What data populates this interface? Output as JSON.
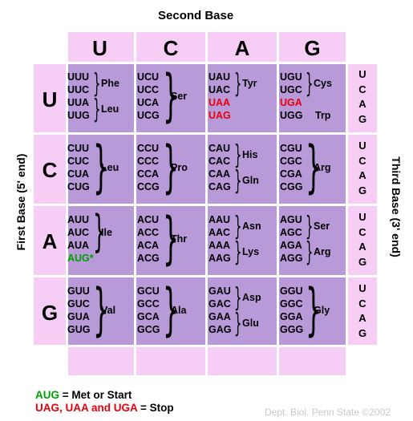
{
  "labels": {
    "second_base": "Second Base",
    "first_base": "First Base (5' end)",
    "third_base": "Third Base (3' end)"
  },
  "bases": [
    "U",
    "C",
    "A",
    "G"
  ],
  "third_bases": [
    "U",
    "C",
    "A",
    "G"
  ],
  "cells": [
    [
      {
        "codons": [
          "UUU",
          "UUC",
          "UUA",
          "UUG"
        ],
        "groups": [
          {
            "aa": "Phe",
            "rows": [
              0,
              1
            ]
          },
          {
            "aa": "Leu",
            "rows": [
              2,
              3
            ]
          }
        ]
      },
      {
        "codons": [
          "UCU",
          "UCC",
          "UCA",
          "UCG"
        ],
        "groups": [
          {
            "aa": "Ser",
            "rows": [
              0,
              3
            ]
          }
        ]
      },
      {
        "codons": [
          "UAU",
          "UAC",
          "UAA",
          "UAG"
        ],
        "groups": [
          {
            "aa": "Tyr",
            "rows": [
              0,
              1
            ]
          }
        ],
        "stop": [
          2,
          3
        ]
      },
      {
        "codons": [
          "UGU",
          "UGC",
          "UGA",
          "UGG"
        ],
        "groups": [
          {
            "aa": "Cys",
            "rows": [
              0,
              1
            ]
          }
        ],
        "stop": [
          2
        ],
        "single": [
          {
            "aa": "Trp",
            "row": 3
          }
        ]
      }
    ],
    [
      {
        "codons": [
          "CUU",
          "CUC",
          "CUA",
          "CUG"
        ],
        "groups": [
          {
            "aa": "Leu",
            "rows": [
              0,
              3
            ]
          }
        ]
      },
      {
        "codons": [
          "CCU",
          "CCC",
          "CCA",
          "CCG"
        ],
        "groups": [
          {
            "aa": "Pro",
            "rows": [
              0,
              3
            ]
          }
        ]
      },
      {
        "codons": [
          "CAU",
          "CAC",
          "CAA",
          "CAG"
        ],
        "groups": [
          {
            "aa": "His",
            "rows": [
              0,
              1
            ]
          },
          {
            "aa": "Gln",
            "rows": [
              2,
              3
            ]
          }
        ]
      },
      {
        "codons": [
          "CGU",
          "CGC",
          "CGA",
          "CGG"
        ],
        "groups": [
          {
            "aa": "Arg",
            "rows": [
              0,
              3
            ]
          }
        ]
      }
    ],
    [
      {
        "codons": [
          "AUU",
          "AUC",
          "AUA",
          "AUG*"
        ],
        "groups": [
          {
            "aa": "Ile",
            "rows": [
              0,
              2
            ]
          }
        ],
        "start": [
          3
        ]
      },
      {
        "codons": [
          "ACU",
          "ACC",
          "ACA",
          "ACG"
        ],
        "groups": [
          {
            "aa": "Thr",
            "rows": [
              0,
              3
            ]
          }
        ]
      },
      {
        "codons": [
          "AAU",
          "AAC",
          "AAA",
          "AAG"
        ],
        "groups": [
          {
            "aa": "Asn",
            "rows": [
              0,
              1
            ]
          },
          {
            "aa": "Lys",
            "rows": [
              2,
              3
            ]
          }
        ]
      },
      {
        "codons": [
          "AGU",
          "AGC",
          "AGA",
          "AGG"
        ],
        "groups": [
          {
            "aa": "Ser",
            "rows": [
              0,
              1
            ]
          },
          {
            "aa": "Arg",
            "rows": [
              2,
              3
            ]
          }
        ]
      }
    ],
    [
      {
        "codons": [
          "GUU",
          "GUC",
          "GUA",
          "GUG"
        ],
        "groups": [
          {
            "aa": "Val",
            "rows": [
              0,
              3
            ]
          }
        ]
      },
      {
        "codons": [
          "GCU",
          "GCC",
          "GCA",
          "GCG"
        ],
        "groups": [
          {
            "aa": "Ala",
            "rows": [
              0,
              3
            ]
          }
        ]
      },
      {
        "codons": [
          "GAU",
          "GAC",
          "GAA",
          "GAG"
        ],
        "groups": [
          {
            "aa": "Asp",
            "rows": [
              0,
              1
            ]
          },
          {
            "aa": "Glu",
            "rows": [
              2,
              3
            ]
          }
        ]
      },
      {
        "codons": [
          "GGU",
          "GGC",
          "GGA",
          "GGG"
        ],
        "groups": [
          {
            "aa": "Gly",
            "rows": [
              0,
              3
            ]
          }
        ]
      }
    ]
  ],
  "legend": {
    "start_codon": "AUG",
    "start_text": " = Met or Start",
    "stop_codons": "UAG, UAA and UGA",
    "stop_text": " = Stop"
  },
  "credit": "Dept. Biol. Penn State ©2002",
  "colors": {
    "pink": "#f5cdf5",
    "purple": "#b89ad9",
    "stop": "#e8000b",
    "start": "#00a000"
  }
}
